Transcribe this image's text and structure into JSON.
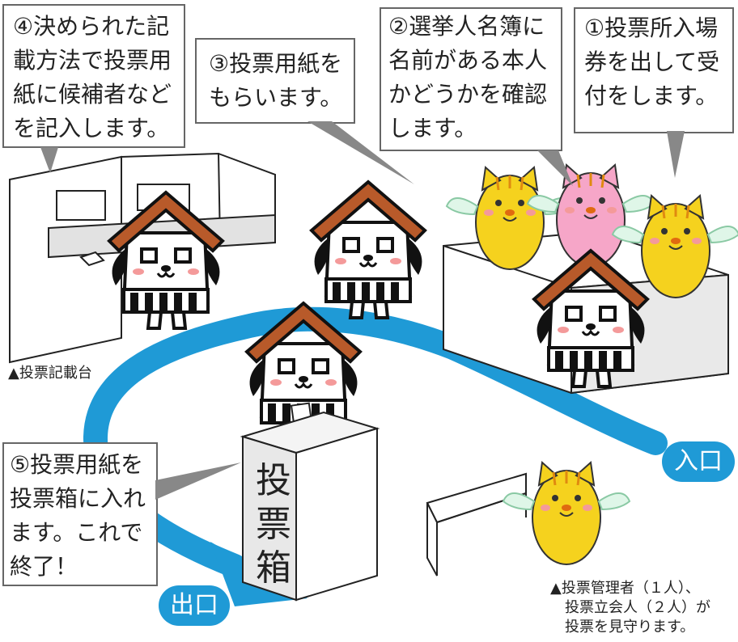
{
  "colors": {
    "route": "#1f9ad6",
    "house_roof": "#b85a2a",
    "mascot_yellow": "#f5d21e",
    "mascot_pink": "#f6a6c8",
    "wing": "#dff6e8"
  },
  "steps": {
    "s1": "①投票所入場\n券を出して受\n付をします。",
    "s2": "②選挙人名簿に\n名前がある本人\nかどうかを確認\nします。",
    "s3": "③投票用紙を\nもらいます。",
    "s4": "④決められた記\n載方法で投票用\n紙に候補者など\nを記入します。",
    "s5": "⑤投票用紙を\n投票箱に入れ\nます。これで\n終了！"
  },
  "labels": {
    "booth": "▲投票記載台",
    "ballot_box": "投\n票\n箱",
    "entrance": "入口",
    "exit": "出口",
    "supervisors": "▲投票管理者（１人）、\n　投票立会人（２人）が\n　投票を見守ります。"
  }
}
